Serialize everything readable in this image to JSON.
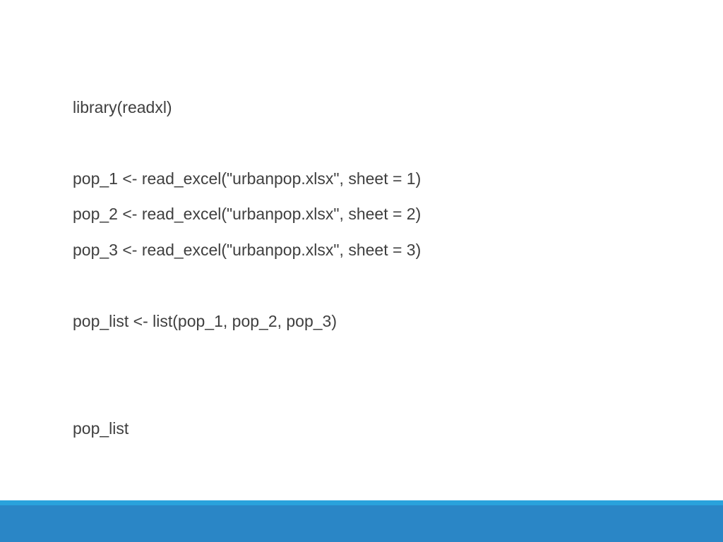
{
  "slide": {
    "code_lines": [
      "library(readxl)",
      "pop_1 <- read_excel(\"urbanpop.xlsx\", sheet = 1)",
      "pop_2 <- read_excel(\"urbanpop.xlsx\", sheet = 2)",
      "pop_3 <- read_excel(\"urbanpop.xlsx\", sheet = 3)",
      "pop_list <- list(pop_1, pop_2, pop_3)",
      "pop_list"
    ]
  },
  "theme": {
    "text_color": "#3f3f3f",
    "footer_light": "#2aa2dc",
    "footer_dark": "#2a86c6",
    "background": "#ffffff"
  }
}
